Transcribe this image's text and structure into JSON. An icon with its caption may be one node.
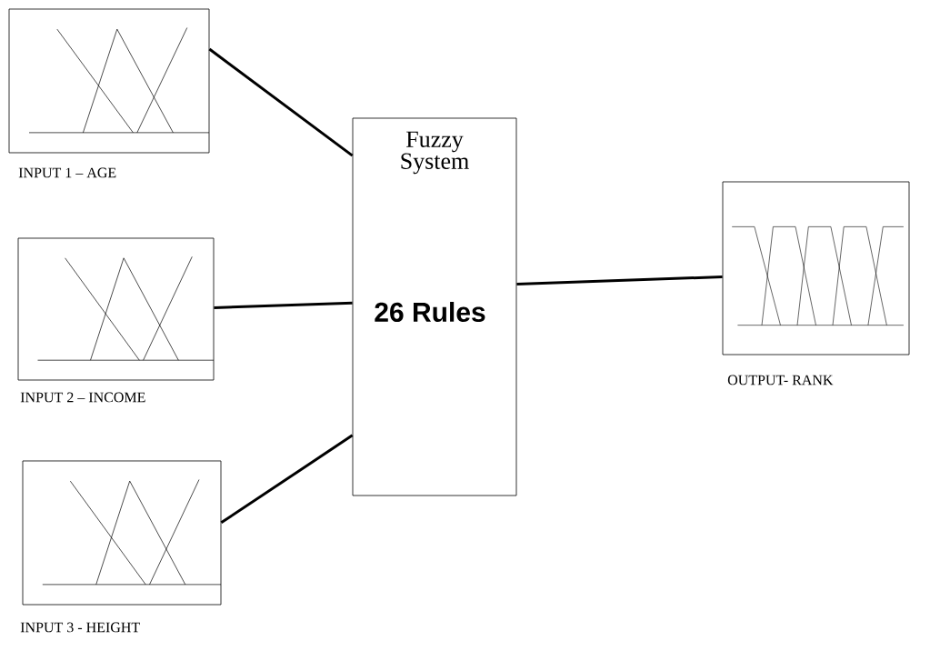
{
  "diagram": {
    "nodes": [
      {
        "text": [
          "INPUT 1 – AGE"
        ]
      },
      {
        "text": [
          "INPUT 2 – INCOME"
        ]
      },
      {
        "text": [
          "INPUT 3 -  HEIGHT"
        ]
      },
      {
        "text": [
          "Fuzzy System",
          "26 Rules"
        ]
      },
      {
        "text": [
          "OUTPUT- RANK"
        ]
      }
    ],
    "edges": [
      {
        "from": 0,
        "to": 3,
        "arrow": "none"
      },
      {
        "from": 1,
        "to": 3,
        "arrow": "none"
      },
      {
        "from": 2,
        "to": 3,
        "arrow": "none"
      },
      {
        "from": 3,
        "to": 4,
        "arrow": "none"
      }
    ]
  }
}
